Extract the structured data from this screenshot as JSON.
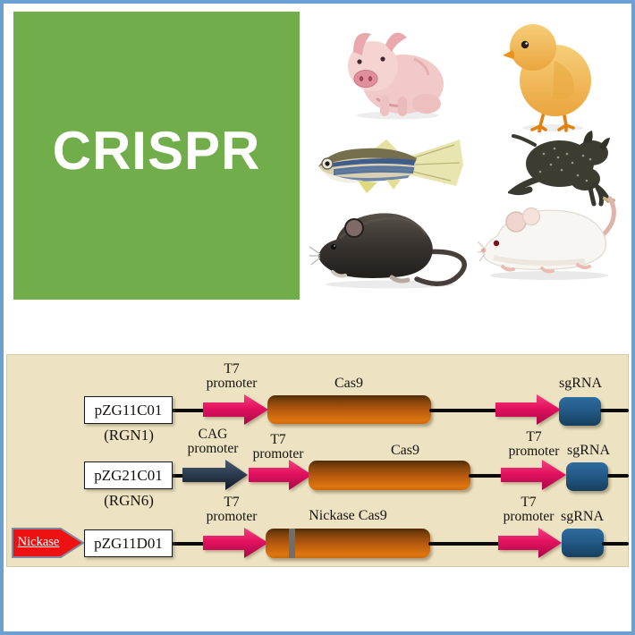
{
  "brand": {
    "label": "CRISPR",
    "bg_color": "#71AD4B",
    "text_color": "#FFFFFF"
  },
  "animals": [
    {
      "name": "piglet"
    },
    {
      "name": "chick"
    },
    {
      "name": "zebrafish"
    },
    {
      "name": "frog"
    },
    {
      "name": "black-rat"
    },
    {
      "name": "white-mouse"
    }
  ],
  "diagram": {
    "bg_color": "#EDE2C2",
    "colors": {
      "promoter_pink": "#E3125F",
      "promoter_navy": "#2A3A4E",
      "gene_orange": "#C05F10",
      "sgrna_blue": "#1F507C",
      "nickase_red": "#ED1111",
      "line_black": "#0B0B0B"
    },
    "rows": [
      {
        "plasmid": "pZG11C01",
        "alias": "(RGN1)",
        "p1_top": "T7",
        "p1_bottom": "promoter",
        "gene": "Cas9",
        "sgrna": "sgRNA"
      },
      {
        "plasmid": "pZG21C01",
        "alias": "(RGN6)",
        "cag_top": "CAG",
        "cag_bottom": "promoter",
        "p1_top": "T7",
        "p1_bottom": "promoter",
        "gene": "Cas9",
        "p2_top": "T7",
        "p2_bottom": "promoter",
        "sgrna": "sgRNA"
      },
      {
        "tag": "Nickase",
        "plasmid": "pZG11D01",
        "p1_top": "T7",
        "p1_bottom": "promoter",
        "gene": "Nickase Cas9",
        "p2_top": "T7",
        "p2_bottom": "promoter",
        "sgrna": "sgRNA"
      }
    ]
  }
}
